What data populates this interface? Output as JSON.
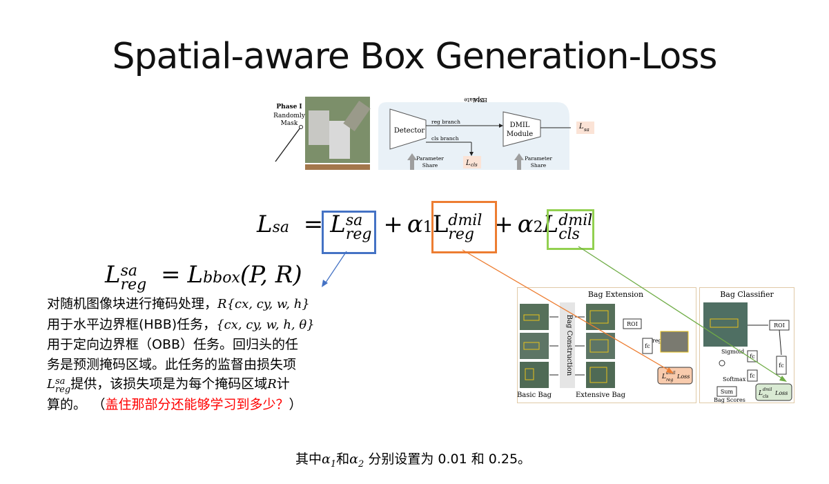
{
  "slide": {
    "title": "Spatial-aware Box Generation-Loss"
  },
  "top_figure": {
    "phase_label": "Phase I",
    "mask_label_1": "Randomly",
    "mask_label_2": "Mask",
    "detector": "Detector",
    "reg_branch": "reg branch",
    "cls_branch": "cls branch",
    "dmil_line1": "DMIL",
    "dmil_line2": "Module",
    "ema_line1": "EMA",
    "ema_line2": "Update",
    "param_share_1": "Parameter",
    "param_share_2": "Share",
    "loss_sa": "L",
    "loss_sa_sub": "sa",
    "loss_cls": "L",
    "loss_cls_sub": "cls",
    "colors": {
      "panel": "#e9f1f7",
      "loss_fill": "#fbe3d6"
    }
  },
  "equation_main": {
    "lhs": "L",
    "lhs_sub": "sa",
    "eq": "=",
    "t1": "L",
    "t1_sup": "sa",
    "t1_sub": "reg",
    "plus1": "+",
    "alpha1": "α",
    "alpha1_sub": "1",
    "t2": "L",
    "t2_sup": "dmil",
    "t2_sub": "reg",
    "plus2": "+",
    "alpha2": "α",
    "alpha2_sub": "2",
    "t3": "L",
    "t3_sup": "dmil",
    "t3_sub": "cls",
    "box_colors": {
      "sa": "#4472c4",
      "dmil_reg": "#ed7d31",
      "dmil_cls": "#70ad47"
    }
  },
  "equation_second": {
    "lhs": "L",
    "lhs_sup": "sa",
    "lhs_sub": "reg",
    "eq": "=",
    "rhs": "L",
    "rhs_sub": "bbox",
    "args": "(P, R)"
  },
  "description": {
    "line1_text": "对随机图像块进行掩码处理，",
    "line1_math": "R{cx, cy, w, h}",
    "line2_text_a": "用于水平边界框(HBB)任务，",
    "line2_math": "{cx, cy, w, h, θ}",
    "line3_text": "用于定向边界框（OBB）任务。回归头的任",
    "line4_text": "务是预测掩码区域。此任务的监督由损失项",
    "line5_math": "L",
    "line5_sup": "sa",
    "line5_sub": "reg",
    "line5_text_a": "提供，该损失项是为每个掩码区域",
    "line5_math2": "R",
    "line5_text_b": "计",
    "line6_text": "算的。",
    "line6_open": "（",
    "line6_red": "盖住那部分还能够学习到多少？",
    "line6_close": "）",
    "red_color": "#ff0000"
  },
  "right_figure": {
    "bag_extension": "Bag Extension",
    "bag_classifier": "Bag Classifier",
    "bag_construction": "Bag Construction",
    "basic_bag": "Basic Bag",
    "extensive_bag": "Extensive Bag",
    "roi_1": "ROI",
    "roi_2": "ROI",
    "fc_1": "fc",
    "fc_2": "fc",
    "fc_3": "fc",
    "fc_4": "fc",
    "reg": "reg",
    "sigmoid": "Sigmoid",
    "softmax": "Softmax",
    "sum": "Sum",
    "bag_scores": "Bag Scores",
    "loss_reg": "L",
    "loss_reg_sup": "dmil",
    "loss_reg_sub": "reg",
    "loss_reg_word": "Loss",
    "loss_cls": "L",
    "loss_cls_sup": "dmil",
    "loss_cls_sub": "cls",
    "loss_cls_word": "Loss",
    "colors": {
      "loss_reg_fill": "#f8cbad",
      "loss_cls_fill": "#d9ead3",
      "frame": "#e0c9a6"
    }
  },
  "bottom_note": {
    "prefix": "其中",
    "a1": "α",
    "a1_sub": "1",
    "and": "和",
    "a2": "α",
    "a2_sub": "2",
    "rest": " 分别设置为 0.01 和 0.25。"
  }
}
